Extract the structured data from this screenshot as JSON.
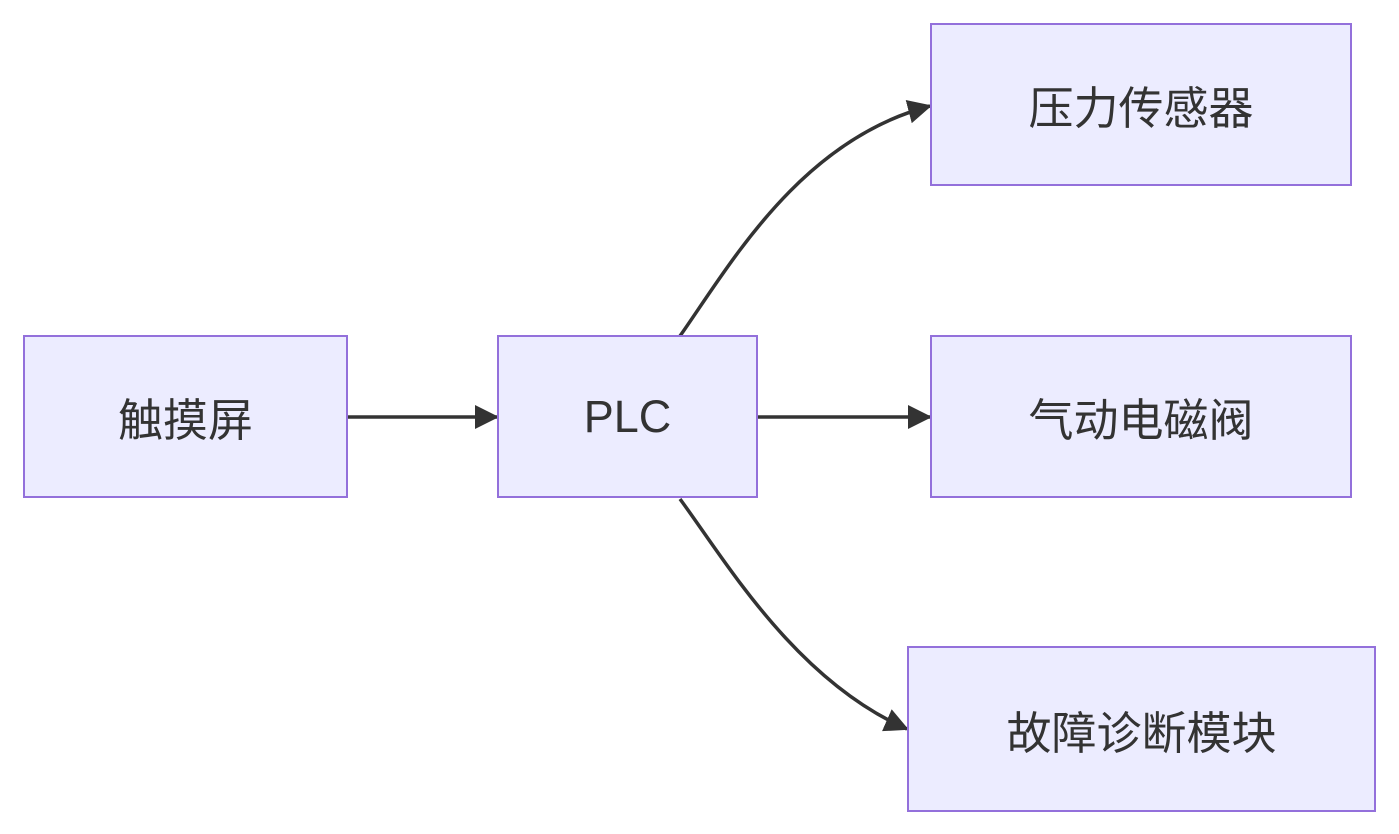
{
  "diagram": {
    "type": "flowchart",
    "direction": "left-to-right",
    "colors": {
      "node_fill": "#ECECFF",
      "node_border": "#9370DB",
      "edge_stroke": "#333333",
      "text": "#333333",
      "background": "#FFFFFF"
    },
    "nodes": [
      {
        "id": "touchscreen",
        "label": "触摸屏"
      },
      {
        "id": "plc",
        "label": "PLC"
      },
      {
        "id": "pressure-sensor",
        "label": "压力传感器"
      },
      {
        "id": "solenoid-valve",
        "label": "气动电磁阀"
      },
      {
        "id": "fault-diagnosis",
        "label": "故障诊断模块"
      }
    ],
    "edges": [
      {
        "from": "触摸屏",
        "to": "PLC"
      },
      {
        "from": "PLC",
        "to": "压力传感器"
      },
      {
        "from": "PLC",
        "to": "气动电磁阀"
      },
      {
        "from": "PLC",
        "to": "故障诊断模块"
      }
    ]
  }
}
